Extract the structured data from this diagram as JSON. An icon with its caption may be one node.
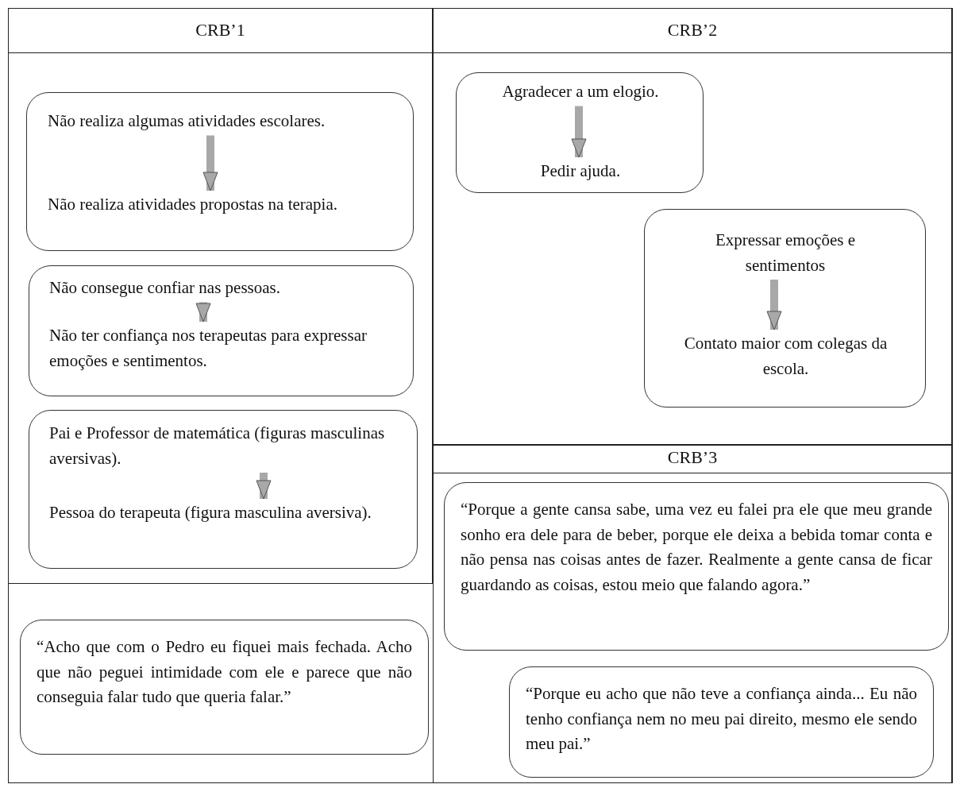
{
  "diagram": {
    "nodes": [
      {
        "text": [
          "CRB’1"
        ]
      },
      {
        "text": [],
        "shape": "box",
        "in": 0
      },
      {
        "text": [
          "Não realiza algumas atividades escolares."
        ],
        "in": 1
      },
      {
        "text": [
          "Não realiza atividades propostas na terapia."
        ],
        "in": 1
      },
      {
        "text": [],
        "shape": "box",
        "in": 0
      },
      {
        "text": [
          "Não consegue confiar nas pessoas."
        ],
        "in": 4
      },
      {
        "text": [
          "Não ter confiança nos terapeutas para expressar emoções e sentimentos."
        ],
        "in": 4
      },
      {
        "text": [],
        "shape": "box",
        "in": 0
      },
      {
        "text": [
          "Pai e Professor de matemática (figuras masculinas aversivas)."
        ],
        "in": 7
      },
      {
        "text": [
          "Pessoa do terapeuta (figura masculina aversiva)."
        ],
        "in": 7
      },
      {
        "text": [
          "CRB’2"
        ]
      },
      {
        "text": [],
        "shape": "box",
        "in": 10
      },
      {
        "text": [
          "Agradecer a um elogio."
        ],
        "in": 11
      },
      {
        "text": [
          "Pedir ajuda."
        ],
        "in": 11
      },
      {
        "text": [],
        "shape": "box",
        "in": 10
      },
      {
        "text": [
          "Expressar emoções e sentimentos"
        ],
        "in": 14
      },
      {
        "text": [
          "Contato maior com colegas da escola."
        ],
        "in": 14
      },
      {
        "text": [
          "CRB’3"
        ]
      },
      {
        "text": [
          "“Porque a gente cansa sabe, uma vez eu falei pra ele que meu grande sonho era dele para de beber, porque ele deixa a bebida tomar conta e não pensa nas coisas antes de fazer. Realmente a gente cansa de ficar guardando as coisas, estou meio que falando agora.”"
        ],
        "in": 17
      },
      {
        "text": [
          "“Porque eu acho que não teve a confiança ainda... Eu não tenho confiança nem no meu pai direito, mesmo ele sendo meu pai.”"
        ],
        "in": 17
      },
      {
        "text": [
          "“Acho que com o Pedro eu fiquei mais fechada. Acho que não peguei intimidade com ele e parece que não conseguia falar tudo que queria falar.”"
        ]
      }
    ],
    "edges": [
      {
        "from": 2,
        "to": 3,
        "arrow": "to"
      },
      {
        "from": 5,
        "to": 6,
        "arrow": "to"
      },
      {
        "from": 8,
        "to": 9,
        "arrow": "to"
      },
      {
        "from": 12,
        "to": 13,
        "arrow": "to"
      },
      {
        "from": 15,
        "to": 16,
        "arrow": "to"
      }
    ]
  }
}
